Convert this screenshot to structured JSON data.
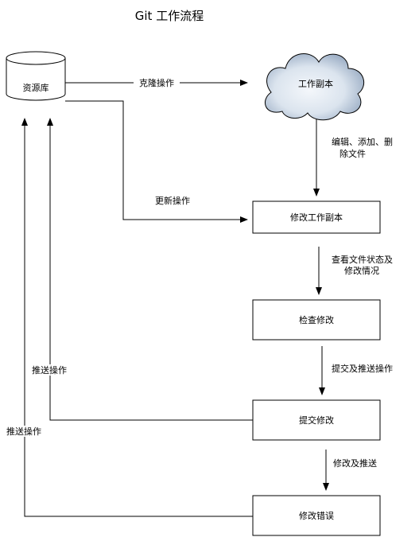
{
  "title": "Git 工作流程",
  "nodes": {
    "repository": "资源库",
    "working_copy_cloud": "工作副本",
    "modify_working_copy": "修改工作副本",
    "check_changes": "检查修改",
    "commit_changes": "提交修改",
    "fix_errors": "修改错误"
  },
  "edges": {
    "clone": "克隆操作",
    "edit_add_delete_line1": "编辑、添加、删",
    "edit_add_delete_line2": "除文件",
    "update": "更新操作",
    "view_status_line1": "查看文件状态及",
    "view_status_line2": "修改情况",
    "commit_and_push": "提交及推送操作",
    "push_inner": "推送操作",
    "fix_and_push": "修改及推送",
    "push_outer": "推送操作"
  },
  "colors": {
    "cloud_fill_light": "#f4f7fb",
    "cloud_fill_dark": "#8ea2bc",
    "stroke": "#000000"
  }
}
